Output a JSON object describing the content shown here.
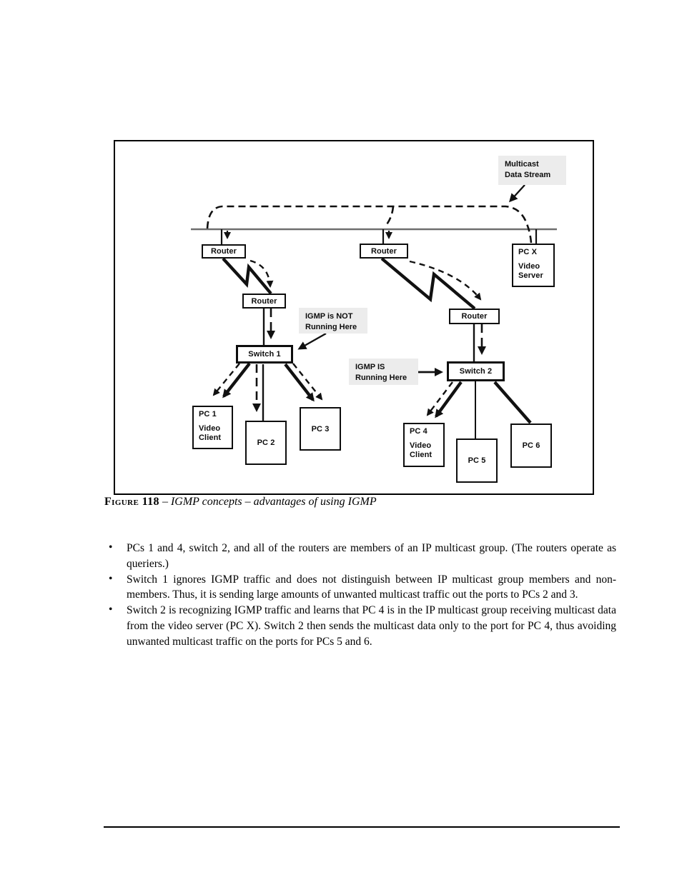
{
  "colors": {
    "line": "#111111",
    "backbone": "#6e6e6e",
    "callout_bg": "#ececec",
    "text": "#000000"
  },
  "diagram": {
    "callouts": {
      "multicast": {
        "line1": "Multicast",
        "line2": "Data Stream"
      },
      "igmp_not": {
        "line1": "IGMP  is NOT",
        "line2": "Running Here"
      },
      "igmp_is": {
        "line1": "IGMP IS",
        "line2": "Running Here"
      }
    },
    "nodes": {
      "router_top_left": "Router",
      "router_top_center": "Router",
      "router_mid_left": "Router",
      "router_mid_right": "Router",
      "switch1": "Switch 1",
      "switch2": "Switch 2",
      "pcx": {
        "name": "PC X",
        "role1": "Video",
        "role2": "Server"
      },
      "pc1": {
        "name": "PC 1",
        "role1": "Video",
        "role2": "Client"
      },
      "pc2": "PC 2",
      "pc3": "PC 3",
      "pc4": {
        "name": "PC 4",
        "role1": "Video",
        "role2": "Client"
      },
      "pc5": "PC 5",
      "pc6": "PC 6"
    }
  },
  "caption": {
    "label": "Figure 118",
    "separator": " – ",
    "text": "IGMP concepts – advantages of using IGMP"
  },
  "list": {
    "bullet_char": "•",
    "items": [
      "PCs 1 and 4, switch 2, and all of the routers are members of an IP multicast group. (The routers operate as queriers.)",
      "Switch 1 ignores IGMP traffic and does not distinguish between IP multicast group members and non-members. Thus, it is sending large amounts of unwanted multicast traffic out the ports to PCs 2 and 3.",
      "Switch 2 is recognizing IGMP traffic and learns that PC 4 is in the IP multicast group receiving multicast data from the video server (PC X). Switch 2 then sends the multicast data only to the port for PC 4, thus avoiding unwanted multicast traffic on the ports for PCs 5 and 6."
    ]
  }
}
